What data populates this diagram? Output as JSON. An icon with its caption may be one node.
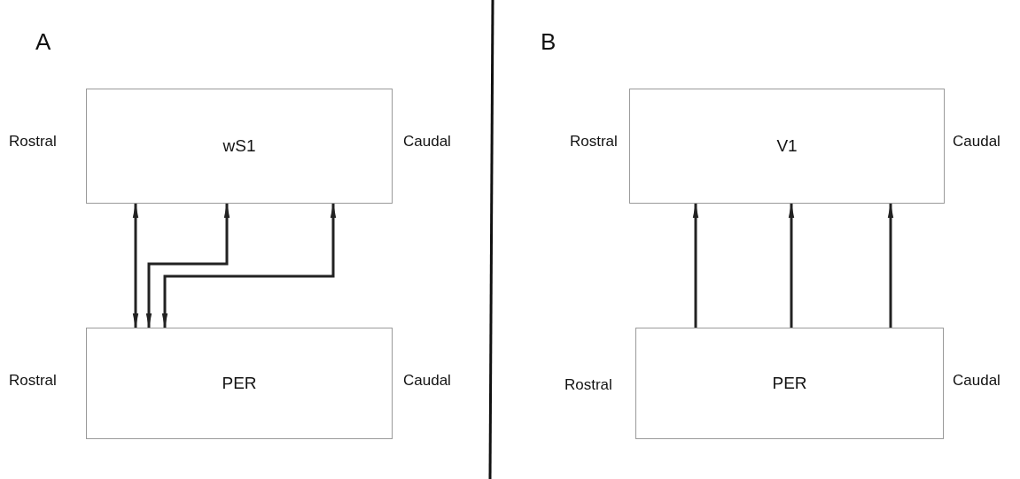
{
  "diagram": {
    "nodes": [
      {
        "text": [
          "wS1"
        ],
        "beside": [
          "Rostral",
          "Caudal"
        ]
      },
      {
        "text": [
          "PER"
        ],
        "beside": [
          "Rostral",
          "Caudal"
        ]
      },
      {
        "text": [
          "V1"
        ],
        "beside": [
          "Rostral",
          "Caudal"
        ]
      },
      {
        "text": [
          "PER"
        ],
        "beside": [
          "Rostral",
          "Caudal"
        ]
      }
    ],
    "edges": [
      {
        "from": 0,
        "to": 1,
        "arrow": "both"
      },
      {
        "from": 0,
        "to": 1,
        "arrow": "both"
      },
      {
        "from": 0,
        "to": 1,
        "arrow": "both"
      },
      {
        "from": 3,
        "to": 2,
        "arrow": "to"
      },
      {
        "from": 3,
        "to": 2,
        "arrow": "to"
      },
      {
        "from": 3,
        "to": 2,
        "arrow": "to"
      }
    ],
    "labels": [
      "A",
      "B"
    ]
  }
}
